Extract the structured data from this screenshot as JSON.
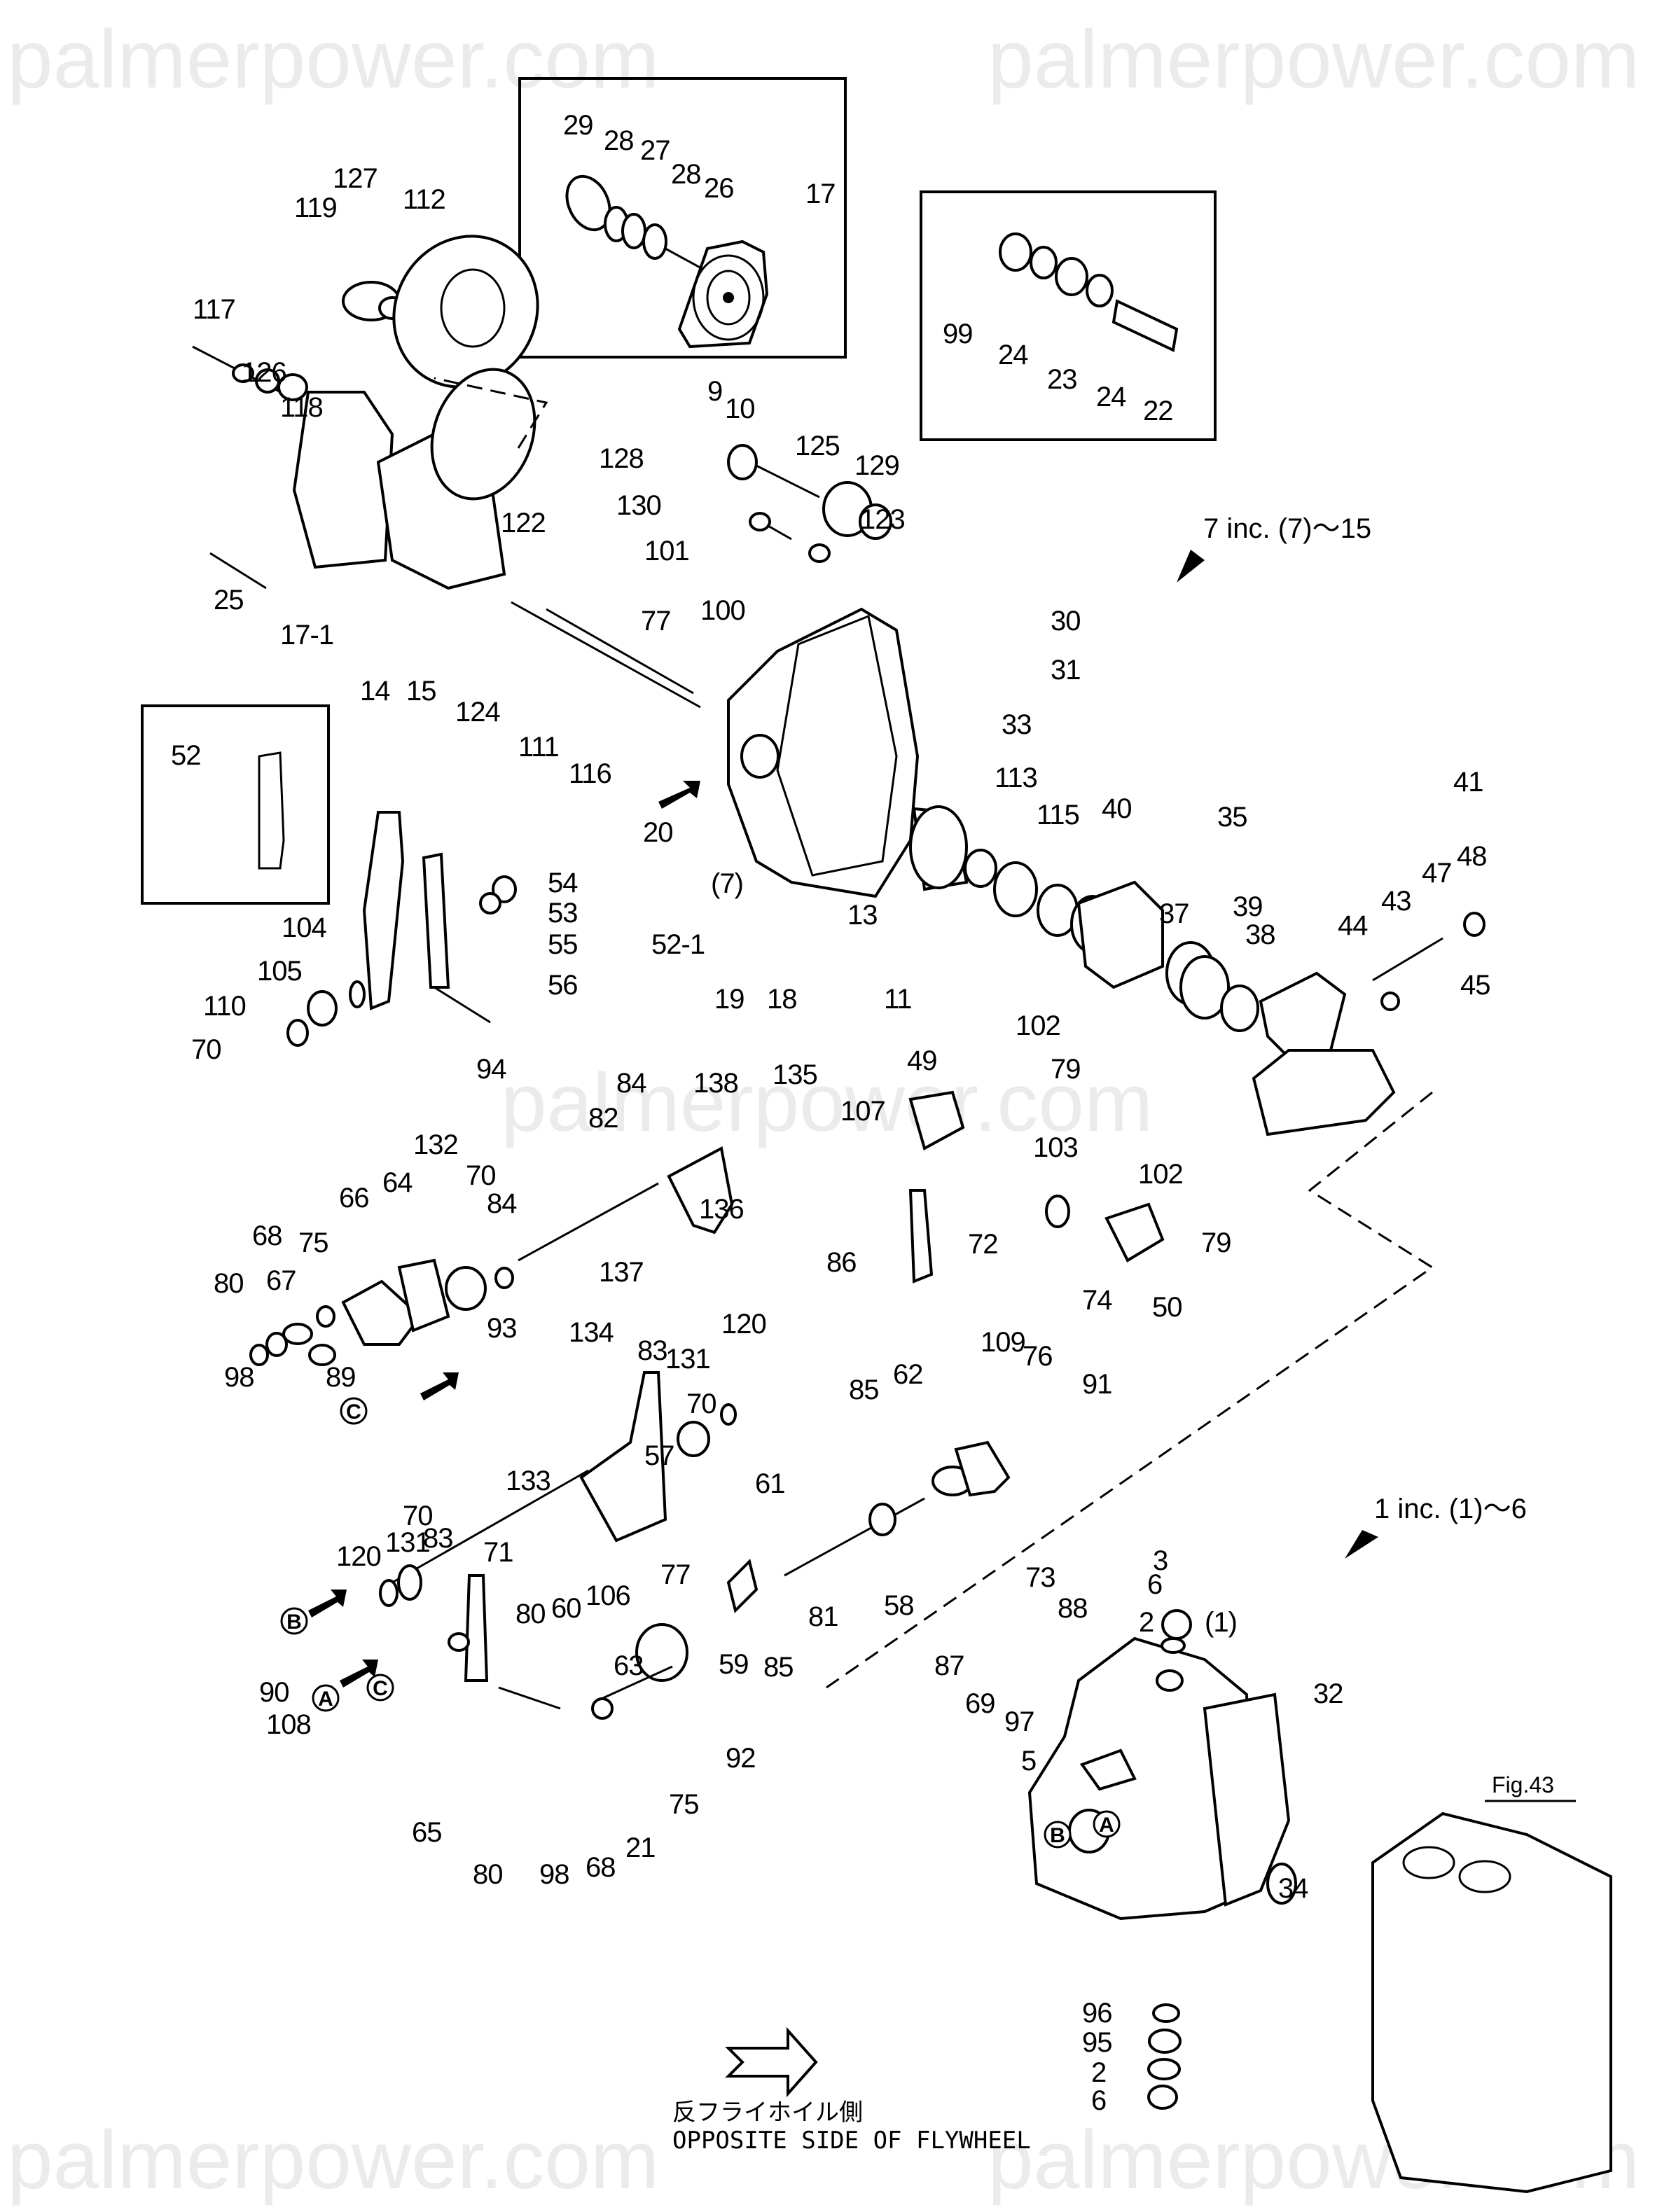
{
  "watermark": "palmerpower.com",
  "notes": {
    "group_7": "7 inc. (7)～15",
    "group_1": "1 inc. (1)～6",
    "fig_ref": "Fig.43"
  },
  "caption": {
    "japanese": "反フライホイル側",
    "english": "OPPOSITE SIDE OF FLYWHEEL"
  },
  "reference_markers": [
    "A",
    "B",
    "C"
  ],
  "inset_boxes": [
    {
      "name": "inset-29-17",
      "labels": [
        "29",
        "28",
        "27",
        "28",
        "26",
        "17"
      ]
    },
    {
      "name": "inset-99-22",
      "labels": [
        "99",
        "24",
        "23",
        "24",
        "22"
      ]
    },
    {
      "name": "inset-52",
      "labels": [
        "52"
      ]
    }
  ],
  "labels": [
    "29",
    "28",
    "27",
    "28",
    "26",
    "17",
    "99",
    "24",
    "23",
    "24",
    "22",
    "127",
    "112",
    "119",
    "117",
    "126",
    "118",
    "25",
    "17-1",
    "14",
    "15",
    "124",
    "111",
    "116",
    "122",
    "77",
    "9",
    "10",
    "128",
    "125",
    "129",
    "130",
    "123",
    "101",
    "100",
    "30",
    "31",
    "33",
    "52",
    "54",
    "53",
    "55",
    "52-1",
    "56",
    "104",
    "105",
    "110",
    "70",
    "94",
    "20",
    "(7)",
    "13",
    "19",
    "18",
    "11",
    "113",
    "115",
    "40",
    "35",
    "37",
    "39",
    "38",
    "41",
    "48",
    "47",
    "43",
    "44",
    "45",
    "84",
    "138",
    "135",
    "82",
    "136",
    "137",
    "49",
    "102",
    "79",
    "107",
    "103",
    "102",
    "79",
    "72",
    "86",
    "74",
    "50",
    "132",
    "66",
    "64",
    "70",
    "84",
    "75",
    "68",
    "67",
    "80",
    "93",
    "89",
    "98",
    "83",
    "120",
    "131",
    "134",
    "70",
    "57",
    "133",
    "70",
    "131",
    "83",
    "120",
    "109",
    "76",
    "91",
    "85",
    "62",
    "61",
    "58",
    "81",
    "71",
    "77",
    "106",
    "60",
    "80",
    "63",
    "59",
    "85",
    "90",
    "108",
    "92",
    "65",
    "80",
    "98",
    "68",
    "21",
    "75",
    "73",
    "3",
    "6",
    "88",
    "2",
    "(1)",
    "87",
    "69",
    "97",
    "32",
    "5",
    "34",
    "96",
    "95",
    "2",
    "6"
  ]
}
